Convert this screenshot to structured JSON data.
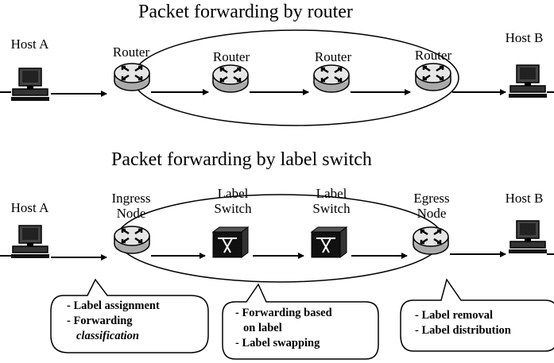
{
  "top": {
    "title": "Packet forwarding by router",
    "host_a": "Host A",
    "host_b": "Host B",
    "router1": "Router",
    "router2": "Router",
    "router3": "Router",
    "router4": "Router"
  },
  "bottom": {
    "title": "Packet forwarding by label switch",
    "host_a": "Host A",
    "host_b": "Host B",
    "ingress_line1": "Ingress",
    "ingress_line2": "Node",
    "switch1_line1": "Label",
    "switch1_line2": "Switch",
    "switch2_line1": "Label",
    "switch2_line2": "Switch",
    "egress_line1": "Egress",
    "egress_line2": "Node"
  },
  "callouts": {
    "ingress": [
      "- Label assignment",
      "- Forwarding",
      "classification"
    ],
    "switch": [
      "- Forwarding based",
      "on label",
      "- Label swapping"
    ],
    "egress": [
      "- Label removal",
      "- Label distribution"
    ]
  }
}
